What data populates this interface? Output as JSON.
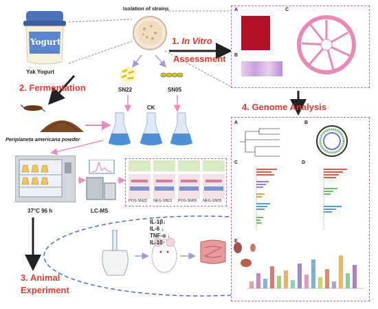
{
  "labels": {
    "yogurt_jar": "Yogurt",
    "yak_yogurt": "Yak Yogurt",
    "isolation": "Isolation of strains",
    "strain_a": "SN22",
    "strain_b": "SN05",
    "ck": "CK",
    "powder": "Periplaneta americana powder",
    "incubation": "37°C  96 h",
    "lcms": "LC-MS",
    "pos_sn22": "POS-SN22",
    "neg_sn22": "NEG-SN22",
    "pos_sn05": "POS-SN05",
    "neg_sn05": "NEG-SN05",
    "il1b": "IL-1β↓",
    "il6": "IL-6  ↓",
    "tnfa": "TNF-α ↓",
    "il10": "IL-10↑"
  },
  "steps": {
    "s1_num": "1.",
    "s1_italic": "In Vitro",
    "s1_word": "Assessment",
    "s2": "2. Fermentation",
    "s3_line1": "3. Animal",
    "s3_line2": "Experiment",
    "s4": "4. Genome Analysis"
  },
  "panel_letters": {
    "a": "A",
    "b": "B",
    "c": "C",
    "d": "D",
    "e": "E"
  },
  "colors": {
    "accent_red": "#e03a2f",
    "panel_border": "#c060b0",
    "flask_blue": "#4f8fd6",
    "yellow_strain": "#d9c22a",
    "heatmap_red": "#b3122a",
    "circle_pink": "#e889b8"
  }
}
